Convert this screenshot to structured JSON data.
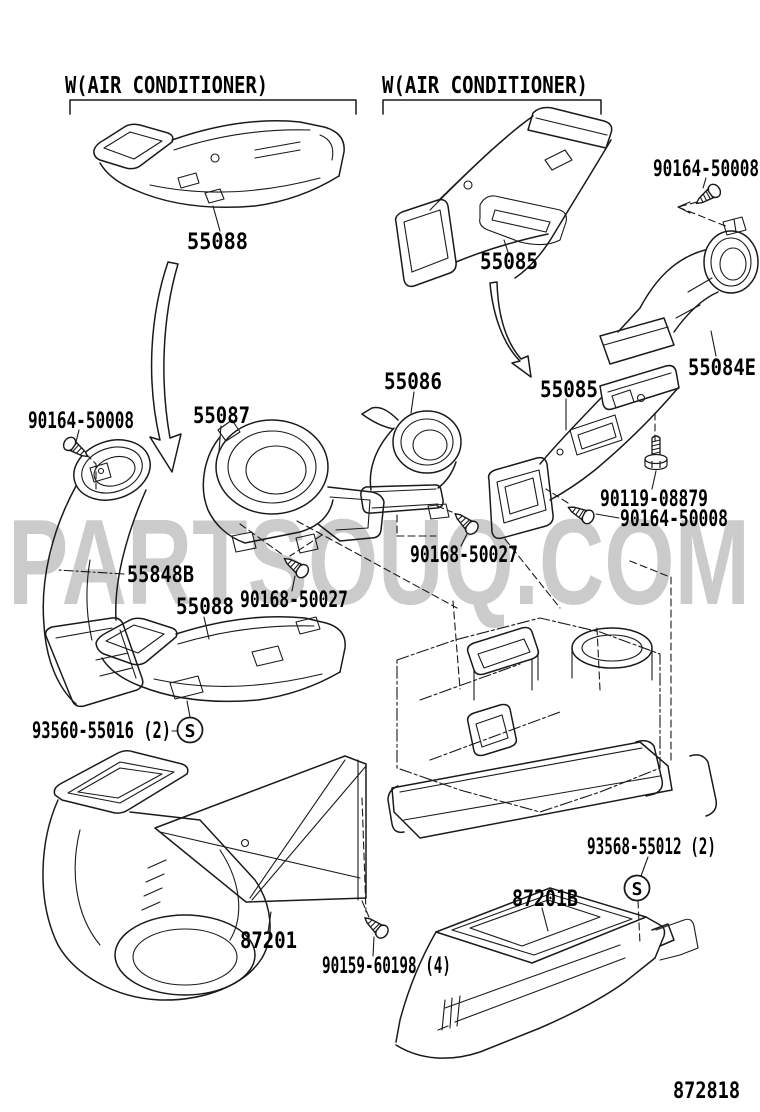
{
  "watermark_text": "PARTSOUQ.COM",
  "diagram_code": "872818",
  "group_labels": {
    "left": "W(AIR CONDITIONER)",
    "right": "W(AIR CONDITIONER)"
  },
  "callouts": {
    "duct_top_left": "55088",
    "duct_top_mid": "55085",
    "screw_top_right": "90164-50008",
    "elbow_right": "55084E",
    "elbow_mid": "55086",
    "duct_mid_right": "55085",
    "screw_left": "90164-50008",
    "register_center": "55087",
    "bolt_right": "90119-08879",
    "screw_right": "90164-50008",
    "elbow_left": "55848B",
    "screw_mid": "90168-50027",
    "duct_lower": "55088",
    "screw_lower": "90168-50027",
    "clip_lower_left": "93560-55016 (2)",
    "assembly_bottom_left": "87201",
    "screw_bottom": "90159-60198 (4)",
    "duct_bottom_right": "87201B",
    "clip_bottom_right": "93568-55012 (2)"
  },
  "markers": {
    "s_symbol": "S"
  }
}
